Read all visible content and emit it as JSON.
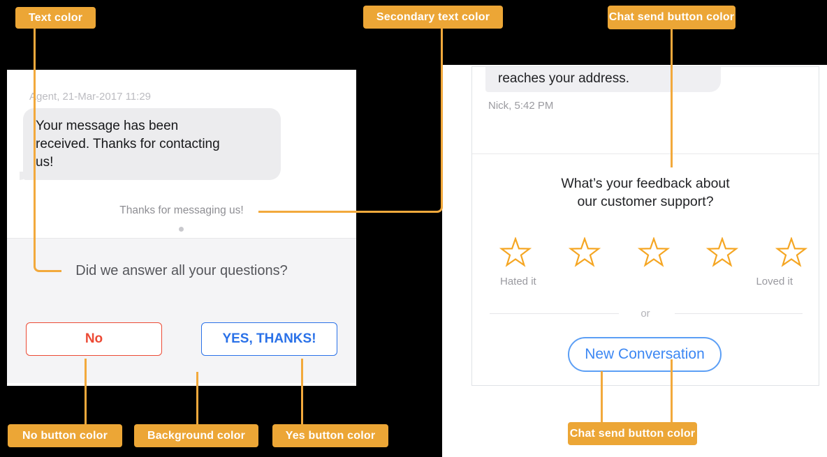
{
  "colors": {
    "callout_badge": "#ECA636",
    "callout_line": "#F2A93C",
    "no_button": "#EC4A35",
    "yes_button": "#2A71E8",
    "chat_send_button": "#3C87F3",
    "star_outline": "#F5A623",
    "panel_background": "#F4F4F6",
    "bubble_background": "#ECECEE",
    "text_primary": "#17181A",
    "text_secondary": "#8E8E93"
  },
  "callouts": {
    "text_color": "Text color",
    "secondary_text_color": "Secondary text color",
    "chat_send_button_top": "Chat send button color",
    "no_button_color": "No button color",
    "background_color": "Background color",
    "yes_button_color": "Yes button color",
    "chat_send_button_bottom": "Chat send button color"
  },
  "left_chat": {
    "agent_meta": "Agent, 21-Mar-2017 11:29",
    "message": "Your message has been\nreceived. Thanks for contacting\nus!",
    "secondary_text": "Thanks for messaging us!",
    "question": "Did we answer all your questions?",
    "no_label": "No",
    "yes_label": "YES, THANKS!"
  },
  "right_chat": {
    "bubble_text": "reaches your address.",
    "meta": "Nick, 5:42 PM",
    "feedback_question": "What’s your feedback about\nour customer support?",
    "stars_count": 5,
    "rating_low": "Hated it",
    "rating_high": "Loved it",
    "or_label": "or",
    "new_conversation_label": "New Conversation"
  }
}
